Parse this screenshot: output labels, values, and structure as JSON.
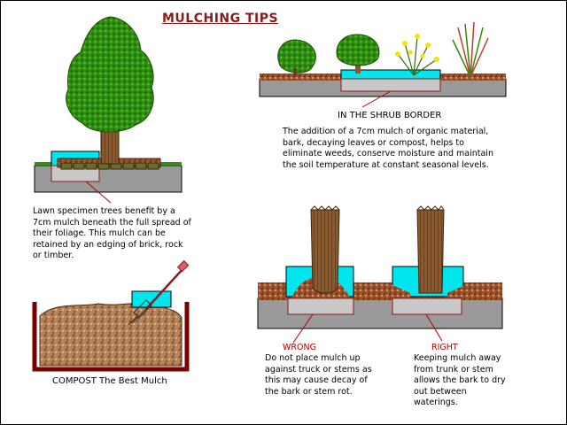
{
  "title": "MULCHING TIPS",
  "lawn_caption": "Lawn specimen trees benefit by a 7cm mulch beneath the full spread of their foliage. This mulch can be retained by an edging of brick, rock or timber.",
  "shrub_border_label": "IN THE SHRUB BORDER",
  "shrub_caption": "The addition of a 7cm mulch of organic material, bark, decaying leaves or compost, helps to eliminate weeds, conserve moisture and maintain the soil temperature at constant seasonal levels.",
  "compost_label": "COMPOST The Best Mulch",
  "wrong_label": "WRONG",
  "wrong_caption": "Do not place mulch up against truck or stems as this may cause decay of the bark or stem rot.",
  "right_label": "RIGHT",
  "right_caption": "Keeping mulch away from trunk or stem allows the bark to dry out between waterings.",
  "colors": {
    "title": "#8b1a1a",
    "soil": "#9a9a9a",
    "water": "#00e5ee",
    "mulch": "#8b4513",
    "trunk": "#8b5a2b",
    "foliage": "#2e8b00",
    "label_red": "#b00000",
    "bin": "#7a0000"
  }
}
